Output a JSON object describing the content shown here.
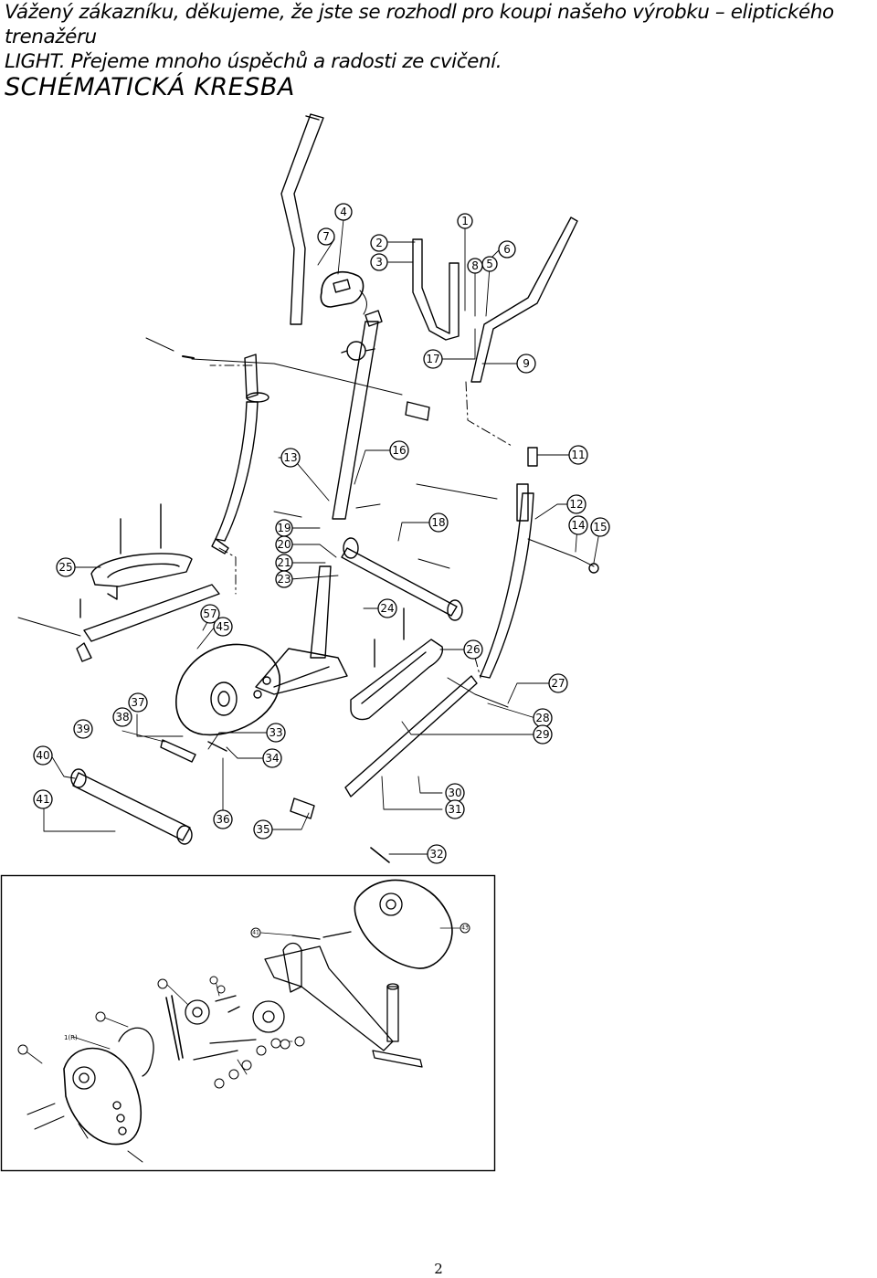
{
  "intro_line1": "Vážený zákazníku, děkujeme, že jste se rozhodl pro koupi našeho výrobku – eliptického trenažéru",
  "intro_line2": "LIGHT. Přejeme mnoho úspěchů a radosti ze cvičení.",
  "heading": "SCHÉMATICKÁ KRESBA",
  "page_number": "2",
  "parts_main": [
    "1",
    "2",
    "3",
    "4",
    "5",
    "6",
    "7",
    "8",
    "9",
    "11",
    "12",
    "13",
    "14",
    "15",
    "16",
    "17",
    "18",
    "19",
    "20",
    "21",
    "23",
    "24",
    "25",
    "26",
    "27",
    "28",
    "29",
    "30",
    "31",
    "32",
    "33",
    "34",
    "35",
    "36",
    "37",
    "38",
    "39",
    "40",
    "41",
    "45",
    "57"
  ],
  "parts_inset": [
    "1(R)",
    "41",
    "43"
  ]
}
